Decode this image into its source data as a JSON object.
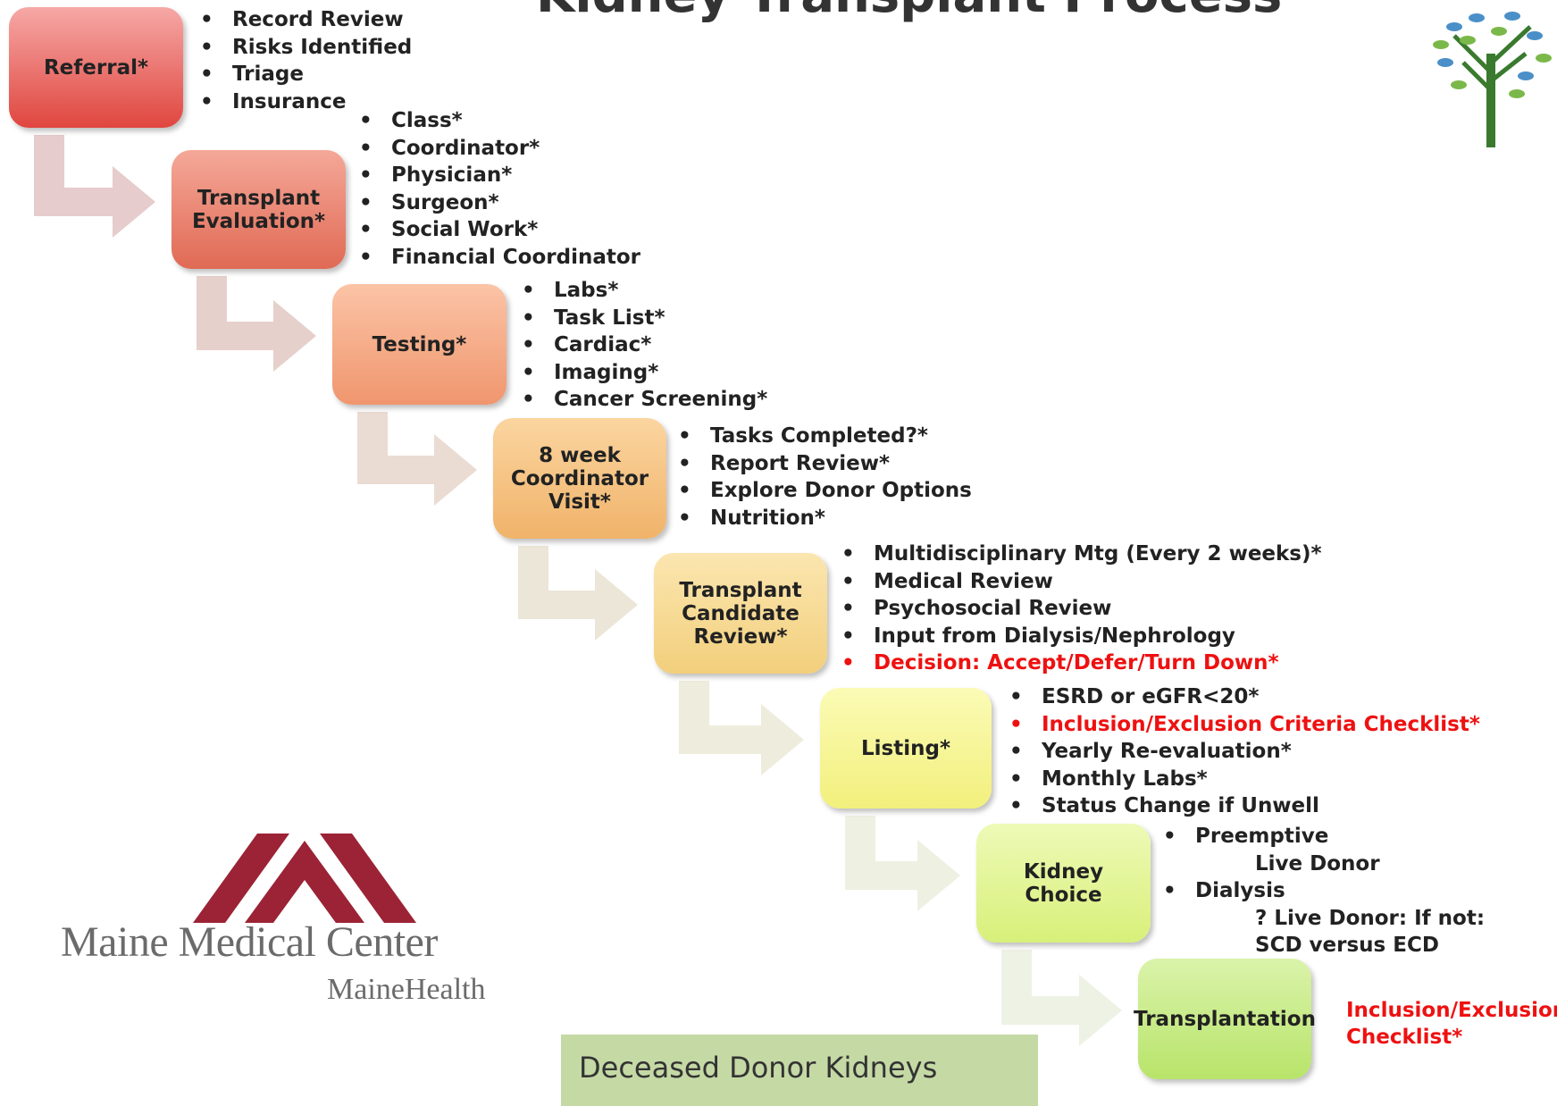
{
  "title": "Kidney Transplant Process",
  "steps": [
    {
      "label": "Referral*",
      "items": [
        {
          "text": "Record Review"
        },
        {
          "text": "Risks Identified"
        },
        {
          "text": "Triage"
        },
        {
          "text": "Insurance"
        }
      ]
    },
    {
      "label": "Transplant\nEvaluation*",
      "items": [
        {
          "text": "Class*"
        },
        {
          "text": "Coordinator*"
        },
        {
          "text": "Physician*"
        },
        {
          "text": "Surgeon*"
        },
        {
          "text": "Social Work*"
        },
        {
          "text": "Financial Coordinator"
        }
      ]
    },
    {
      "label": "Testing*",
      "items": [
        {
          "text": "Labs*"
        },
        {
          "text": "Task List*"
        },
        {
          "text": "Cardiac*"
        },
        {
          "text": "Imaging*"
        },
        {
          "text": "Cancer Screening*"
        }
      ]
    },
    {
      "label": "8 week\nCoordinator\nVisit*",
      "items": [
        {
          "text": "Tasks Completed?*"
        },
        {
          "text": "Report Review*"
        },
        {
          "text": "Explore Donor Options"
        },
        {
          "text": "Nutrition*"
        }
      ]
    },
    {
      "label": "Transplant\nCandidate\nReview*",
      "items": [
        {
          "text": "Multidisciplinary Mtg (Every 2 weeks)*"
        },
        {
          "text": "Medical Review"
        },
        {
          "text": "Psychosocial Review"
        },
        {
          "text": "Input from Dialysis/Nephrology"
        },
        {
          "text": "Decision: Accept/Defer/Turn Down*",
          "highlight": true
        }
      ]
    },
    {
      "label": "Listing*",
      "items": [
        {
          "text": "ESRD or eGFR<20*"
        },
        {
          "text": "Inclusion/Exclusion Criteria Checklist*",
          "highlight": true
        },
        {
          "text": "Yearly Re-evaluation*"
        },
        {
          "text": "Monthly Labs*"
        },
        {
          "text": "Status Change if Unwell"
        }
      ]
    },
    {
      "label": "Kidney\nChoice",
      "items": [
        {
          "text": "Preemptive"
        },
        {
          "text": "Live Donor",
          "sub": true
        },
        {
          "text": "Dialysis"
        },
        {
          "text": "? Live Donor: If not:",
          "sub": true
        },
        {
          "text": "SCD versus ECD",
          "sub": true
        }
      ]
    },
    {
      "label": "Transplantation",
      "items": []
    }
  ],
  "transplant_note": "Inclusion/Exclusion\nChecklist*",
  "note_box": "Deceased Donor Kidneys",
  "logo": {
    "name": "Maine Medical Center",
    "sub": "MaineHealth"
  },
  "colors": {
    "highlight": "#ee1111",
    "step_fills": [
      "#e0463f",
      "#e06a55",
      "#f0966e",
      "#f0b36a",
      "#f2cf7c",
      "#f2f07c",
      "#d8f07a",
      "#b8e46a"
    ],
    "step_tops": [
      "#f6a8a6",
      "#f5a898",
      "#fbc4a6",
      "#fbd5a0",
      "#fbe6b0",
      "#fbfbb6",
      "#edfab7",
      "#daf3aa"
    ],
    "arrow_fills": [
      "#e6cccc",
      "#e6d0cc",
      "#eadcd2",
      "#ece6d8",
      "#eeecdc",
      "#eef0e2",
      "#eef2e4"
    ],
    "logo_red": "#9b2335",
    "tree": [
      "#4a8fc8",
      "#7bb84a",
      "#3a7a2e"
    ]
  }
}
